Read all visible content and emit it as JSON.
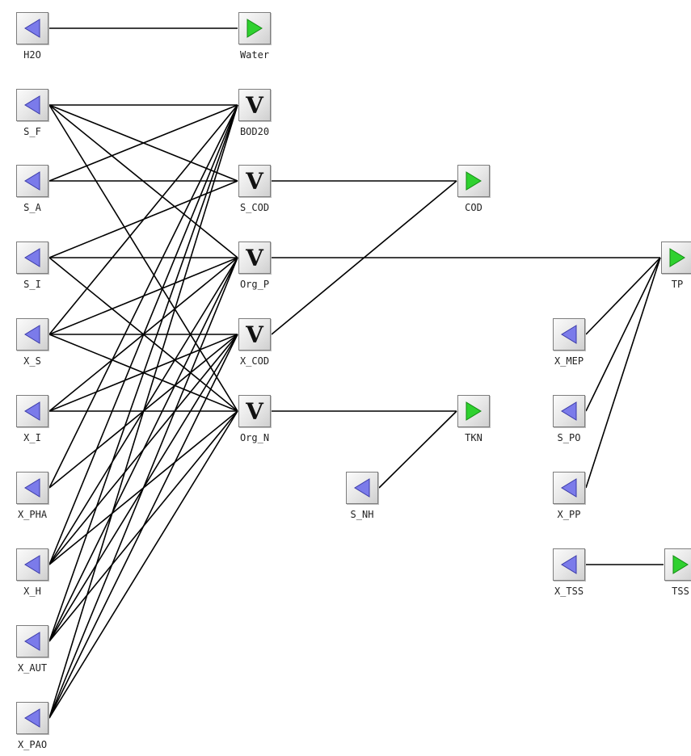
{
  "blocks": [
    {
      "id": "H2O",
      "label": "H2O",
      "kind": "in",
      "name": "h2o-input-block"
    },
    {
      "id": "S_F",
      "label": "S_F",
      "kind": "in",
      "name": "s-f-input-block"
    },
    {
      "id": "S_A",
      "label": "S_A",
      "kind": "in",
      "name": "s-a-input-block"
    },
    {
      "id": "S_I",
      "label": "S_I",
      "kind": "in",
      "name": "s-i-input-block"
    },
    {
      "id": "X_S",
      "label": "X_S",
      "kind": "in",
      "name": "x-s-input-block"
    },
    {
      "id": "X_I",
      "label": "X_I",
      "kind": "in",
      "name": "x-i-input-block"
    },
    {
      "id": "X_PHA",
      "label": "X_PHA",
      "kind": "in",
      "name": "x-pha-input-block"
    },
    {
      "id": "X_H",
      "label": "X_H",
      "kind": "in",
      "name": "x-h-input-block"
    },
    {
      "id": "X_AUT",
      "label": "X_AUT",
      "kind": "in",
      "name": "x-aut-input-block"
    },
    {
      "id": "X_PAO",
      "label": "X_PAO",
      "kind": "in",
      "name": "x-pao-input-block"
    },
    {
      "id": "Water",
      "label": "Water",
      "kind": "out",
      "name": "water-output-block"
    },
    {
      "id": "BOD20",
      "label": "BOD20",
      "kind": "sum",
      "name": "bod20-sum-block"
    },
    {
      "id": "S_COD",
      "label": "S_COD",
      "kind": "sum",
      "name": "s-cod-sum-block"
    },
    {
      "id": "Org_P",
      "label": "Org_P",
      "kind": "sum",
      "name": "org-p-sum-block"
    },
    {
      "id": "X_COD",
      "label": "X_COD",
      "kind": "sum",
      "name": "x-cod-sum-block"
    },
    {
      "id": "Org_N",
      "label": "Org_N",
      "kind": "sum",
      "name": "org-n-sum-block"
    },
    {
      "id": "COD",
      "label": "COD",
      "kind": "out",
      "name": "cod-output-block"
    },
    {
      "id": "TKN",
      "label": "TKN",
      "kind": "out",
      "name": "tkn-output-block"
    },
    {
      "id": "S_NH",
      "label": "S_NH",
      "kind": "in",
      "name": "s-nh-input-block"
    },
    {
      "id": "TP",
      "label": "TP",
      "kind": "out",
      "name": "tp-output-block"
    },
    {
      "id": "X_MEP",
      "label": "X_MEP",
      "kind": "in",
      "name": "x-mep-input-block"
    },
    {
      "id": "S_PO",
      "label": "S_PO",
      "kind": "in",
      "name": "s-po-input-block"
    },
    {
      "id": "X_PP",
      "label": "X_PP",
      "kind": "in",
      "name": "x-pp-input-block"
    },
    {
      "id": "X_TSS",
      "label": "X_TSS",
      "kind": "in",
      "name": "x-tss-input-block"
    },
    {
      "id": "TSS",
      "label": "TSS",
      "kind": "out",
      "name": "tss-output-block"
    }
  ],
  "connections": [
    [
      "H2O",
      "Water"
    ],
    [
      "S_F",
      "BOD20"
    ],
    [
      "S_F",
      "S_COD"
    ],
    [
      "S_F",
      "Org_P"
    ],
    [
      "S_F",
      "Org_N"
    ],
    [
      "S_A",
      "BOD20"
    ],
    [
      "S_A",
      "S_COD"
    ],
    [
      "S_I",
      "S_COD"
    ],
    [
      "S_I",
      "Org_P"
    ],
    [
      "S_I",
      "Org_N"
    ],
    [
      "X_S",
      "BOD20"
    ],
    [
      "X_S",
      "Org_P"
    ],
    [
      "X_S",
      "X_COD"
    ],
    [
      "X_S",
      "Org_N"
    ],
    [
      "X_I",
      "Org_P"
    ],
    [
      "X_I",
      "X_COD"
    ],
    [
      "X_I",
      "Org_N"
    ],
    [
      "X_PHA",
      "BOD20"
    ],
    [
      "X_PHA",
      "X_COD"
    ],
    [
      "X_H",
      "BOD20"
    ],
    [
      "X_H",
      "Org_P"
    ],
    [
      "X_H",
      "X_COD"
    ],
    [
      "X_H",
      "Org_N"
    ],
    [
      "X_AUT",
      "BOD20"
    ],
    [
      "X_AUT",
      "Org_P"
    ],
    [
      "X_AUT",
      "X_COD"
    ],
    [
      "X_AUT",
      "Org_N"
    ],
    [
      "X_PAO",
      "BOD20"
    ],
    [
      "X_PAO",
      "Org_P"
    ],
    [
      "X_PAO",
      "X_COD"
    ],
    [
      "X_PAO",
      "Org_N"
    ],
    [
      "S_COD",
      "COD"
    ],
    [
      "X_COD",
      "COD"
    ],
    [
      "Org_P",
      "TP"
    ],
    [
      "X_MEP",
      "TP"
    ],
    [
      "S_PO",
      "TP"
    ],
    [
      "X_PP",
      "TP"
    ],
    [
      "Org_N",
      "TKN"
    ],
    [
      "S_NH",
      "TKN"
    ],
    [
      "X_TSS",
      "TSS"
    ]
  ],
  "colors": {
    "input_arrow": "#7b7bea",
    "input_arrow_stroke": "#3a3aa8",
    "output_arrow": "#2fd12f",
    "output_arrow_stroke": "#138a13",
    "wire": "#000000"
  },
  "icons": {
    "in": "left-triangle-icon",
    "out": "right-triangle-icon",
    "sum": "v-letter-icon"
  },
  "sum_glyph": "V"
}
